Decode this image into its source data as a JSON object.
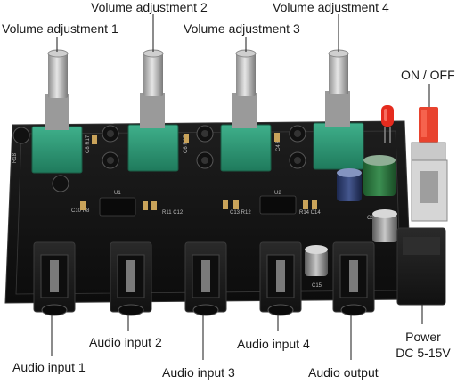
{
  "labels": {
    "vol1": "Volume adjustment 1",
    "vol2": "Volume adjustment 2",
    "vol3": "Volume adjustment 3",
    "vol4": "Volume adjustment 4",
    "onoff": "ON / OFF",
    "in1": "Audio input 1",
    "in2": "Audio input 2",
    "in3": "Audio input 3",
    "in4": "Audio input 4",
    "out": "Audio output",
    "power_line1": "Power",
    "power_line2": "DC 5-15V"
  },
  "colors": {
    "pcb": "#151515",
    "pot_body": "#2f9a78",
    "pot_shaft": "#b8b8b8",
    "jack": "#1e1e1e",
    "led": "#e52b1e",
    "switch_cap": "#e8432e",
    "cap_green": "#2b6b3a",
    "cap_blue": "#283a6b"
  },
  "icons": {
    "leader_line": "thin-black-line"
  }
}
